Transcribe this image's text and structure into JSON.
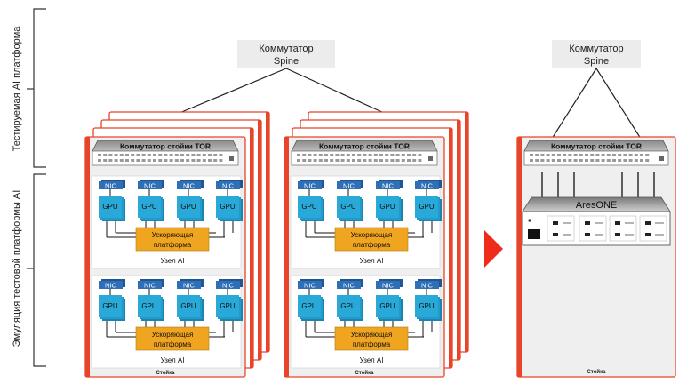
{
  "side_labels": {
    "top": "Тестируемая AI платформа",
    "bottom": "Эмуляция тестовой платформы AI"
  },
  "spine": {
    "line1": "Коммутатор",
    "line2": "Spine"
  },
  "tor_label": "Коммутатор стойки TOR",
  "nic_label": "NIC",
  "gpu_label": "GPU",
  "accelerator": {
    "line1": "Ускоряющая",
    "line2": "платформа"
  },
  "node_label": "Узел AI",
  "rack_label": "Стойка",
  "tester_label": "AresONE",
  "colors": {
    "rack_border": "#e8442a",
    "rack_bg": "#efefef",
    "nic": "#2f6fb6",
    "gpu": "#29a9d8",
    "accelerator": "#f0a521",
    "arrow": "#ef2b1c",
    "spine_box": "#ececec"
  }
}
